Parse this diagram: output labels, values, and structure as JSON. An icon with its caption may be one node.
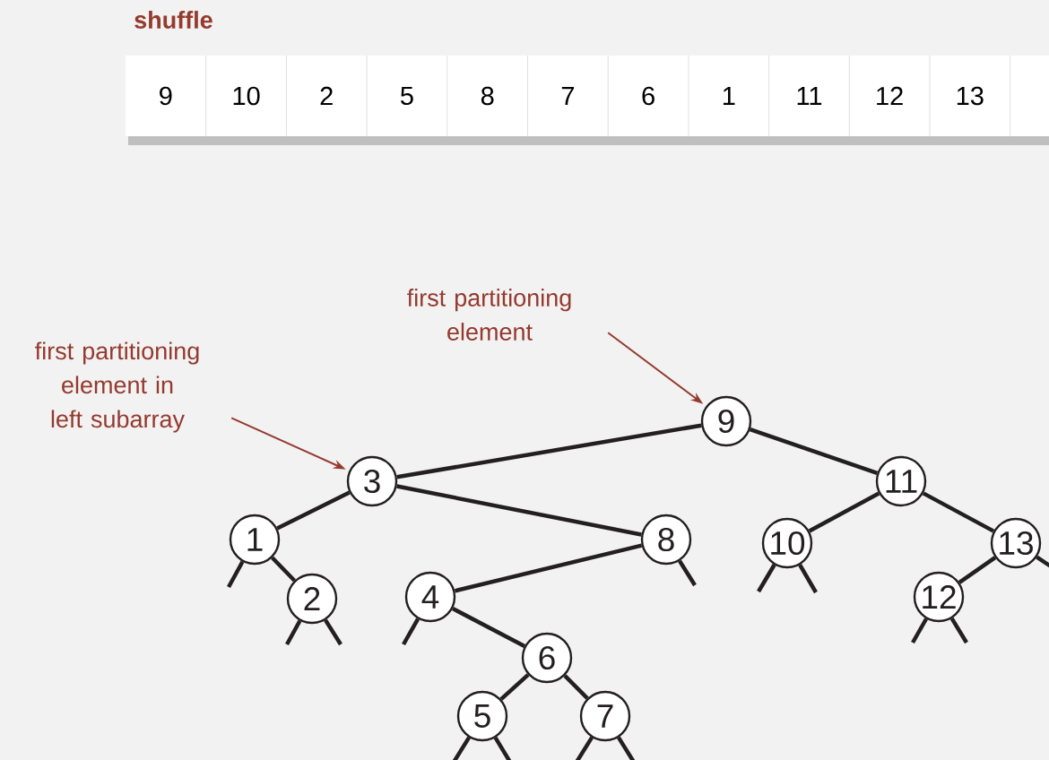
{
  "diagram": {
    "title": "shuffle",
    "nodes": [
      {
        "text": [
          "9"
        ]
      },
      {
        "text": [
          "10"
        ]
      },
      {
        "text": [
          "2"
        ]
      },
      {
        "text": [
          "5"
        ]
      },
      {
        "text": [
          "8"
        ]
      },
      {
        "text": [
          "7"
        ]
      },
      {
        "text": [
          "6"
        ]
      },
      {
        "text": [
          "1"
        ]
      },
      {
        "text": [
          "11"
        ]
      },
      {
        "text": [
          "12"
        ]
      },
      {
        "text": [
          "13"
        ]
      },
      {
        "text": [
          "first partitioning element"
        ]
      },
      {
        "text": [
          "first partitioning element in left subarray"
        ]
      },
      {
        "text": [
          "9"
        ]
      },
      {
        "text": [
          "3"
        ]
      },
      {
        "text": [
          "11"
        ]
      },
      {
        "text": [
          "1"
        ]
      },
      {
        "text": [
          "8"
        ]
      },
      {
        "text": [
          "10"
        ]
      },
      {
        "text": [
          "13"
        ]
      },
      {
        "text": [
          "2"
        ]
      },
      {
        "text": [
          "4"
        ]
      },
      {
        "text": [
          "12"
        ]
      },
      {
        "text": [
          "6"
        ]
      },
      {
        "text": [
          "5"
        ]
      },
      {
        "text": [
          "7"
        ]
      }
    ],
    "edges": [
      {
        "from": 11,
        "to": 13,
        "arrow": "to",
        "color": "#943a2e"
      },
      {
        "from": 12,
        "to": 14,
        "arrow": "to",
        "color": "#943a2e"
      },
      {
        "from": 13,
        "to": 14,
        "arrow": "none"
      },
      {
        "from": 13,
        "to": 15,
        "arrow": "none"
      },
      {
        "from": 14,
        "to": 16,
        "arrow": "none"
      },
      {
        "from": 14,
        "to": 17,
        "arrow": "none"
      },
      {
        "from": 15,
        "to": 18,
        "arrow": "none"
      },
      {
        "from": 15,
        "to": 19,
        "arrow": "none"
      },
      {
        "from": 16,
        "to": 20,
        "arrow": "none"
      },
      {
        "from": 17,
        "to": 21,
        "arrow": "none"
      },
      {
        "from": 19,
        "to": 22,
        "arrow": "none"
      },
      {
        "from": 21,
        "to": 23,
        "arrow": "none"
      },
      {
        "from": 23,
        "to": 24,
        "arrow": "none"
      },
      {
        "from": 23,
        "to": 25,
        "arrow": "none"
      },
      {
        "from": 16,
        "to": null,
        "arrow": "none"
      },
      {
        "from": 20,
        "to": null,
        "arrow": "none"
      },
      {
        "from": 20,
        "to": null,
        "arrow": "none"
      },
      {
        "from": 21,
        "to": null,
        "arrow": "none"
      },
      {
        "from": 17,
        "to": null,
        "arrow": "none"
      },
      {
        "from": 18,
        "to": null,
        "arrow": "none"
      },
      {
        "from": 18,
        "to": null,
        "arrow": "none"
      },
      {
        "from": 22,
        "to": null,
        "arrow": "none"
      },
      {
        "from": 22,
        "to": null,
        "arrow": "none"
      },
      {
        "from": 19,
        "to": null,
        "arrow": "none"
      },
      {
        "from": 24,
        "to": null,
        "arrow": "none"
      },
      {
        "from": 24,
        "to": null,
        "arrow": "none"
      },
      {
        "from": 25,
        "to": null,
        "arrow": "none"
      },
      {
        "from": 25,
        "to": null,
        "arrow": "none"
      }
    ]
  }
}
